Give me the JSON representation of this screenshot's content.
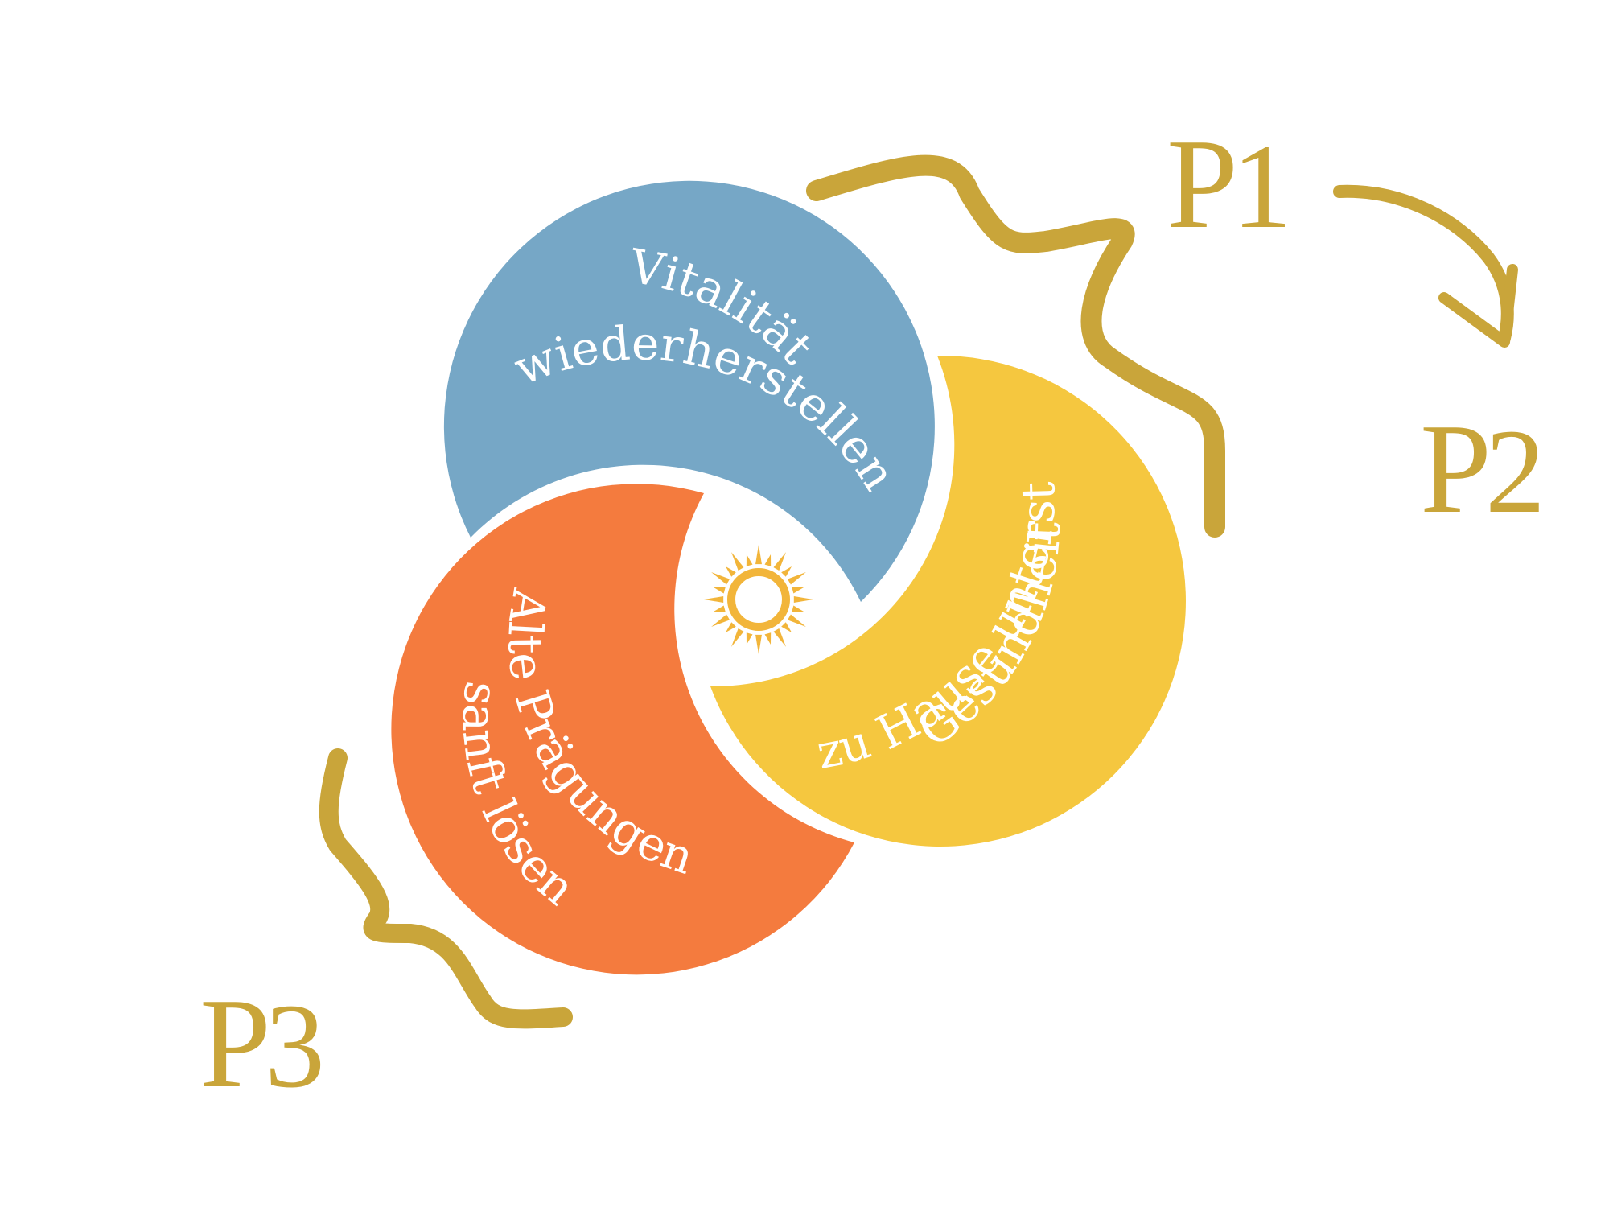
{
  "diagram": {
    "segments": [
      {
        "id": "vitalitaet",
        "line1": "Vitalität",
        "line2": "wiederherstellen",
        "color": "#76a7c6"
      },
      {
        "id": "gesundheit",
        "line1": "Gesundheit",
        "line2": "zu Hause unterstützen",
        "color": "#f5c73f"
      },
      {
        "id": "praegungen",
        "line1": "Alte Prägungen",
        "line2": "sanft lösen",
        "color": "#f47b3e"
      }
    ],
    "labels": {
      "p1": "P1",
      "p2": "P2",
      "p3": "P3"
    },
    "accent_color": "#c9a53a",
    "sun_color": "#f2b53a",
    "center_icon": "sun-icon"
  }
}
